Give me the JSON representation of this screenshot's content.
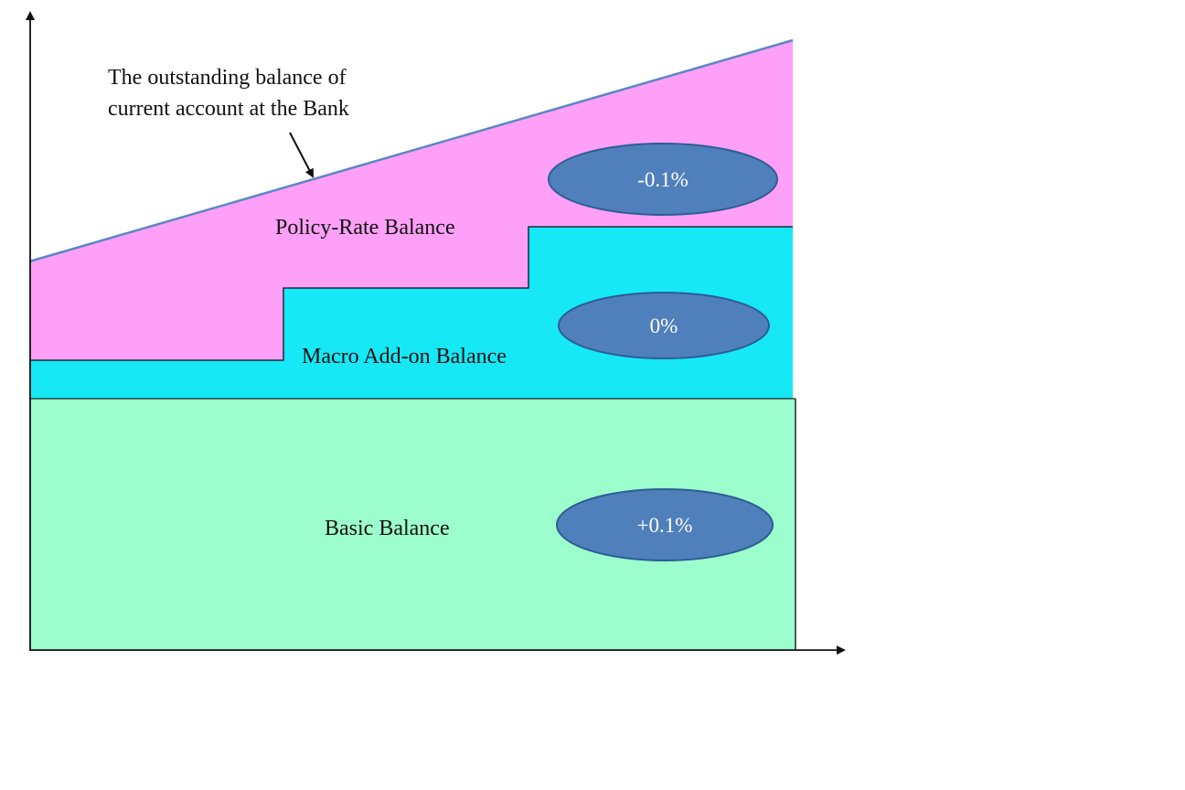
{
  "annotation": {
    "line1": "The outstanding balance of",
    "line2": "current account at the Bank"
  },
  "regions": {
    "policy_rate": {
      "label": "Policy-Rate Balance",
      "rate": "-0.1%",
      "color": "#FFA0F8"
    },
    "macro_addon": {
      "label": "Macro Add-on Balance",
      "rate": "0%",
      "color": "#16E8F6"
    },
    "basic": {
      "label": "Basic Balance",
      "rate": "+0.1%",
      "color": "#9CFECC"
    }
  },
  "colors": {
    "pill_fill": "#4F80BC",
    "pill_stroke": "#2E5D95",
    "balance_line": "#5B86C6"
  }
}
